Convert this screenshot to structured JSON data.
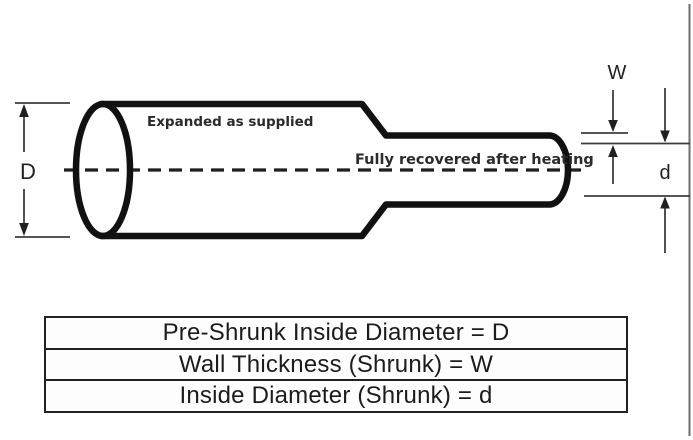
{
  "diagram": {
    "title_implied": "Heat-shrink tubing dimension diagram",
    "annotations": {
      "expanded_label": "Expanded as supplied",
      "recovered_label": "Fully recovered after heating"
    },
    "dimensions": {
      "pre_shrunk_inside_diameter": "D",
      "wall_thickness_shrunk": "W",
      "inside_diameter_shrunk": "d"
    },
    "colors": {
      "tube_stroke": "#111111",
      "dimension_lines": "#3d3d3d",
      "annotation_text": "#2b2b2b",
      "table_border": "#222222",
      "background": "#fefefe"
    }
  },
  "table": {
    "rows": [
      "Pre-Shrunk Inside Diameter = D",
      "Wall Thickness (Shrunk) = W",
      "Inside Diameter (Shrunk) = d"
    ]
  }
}
